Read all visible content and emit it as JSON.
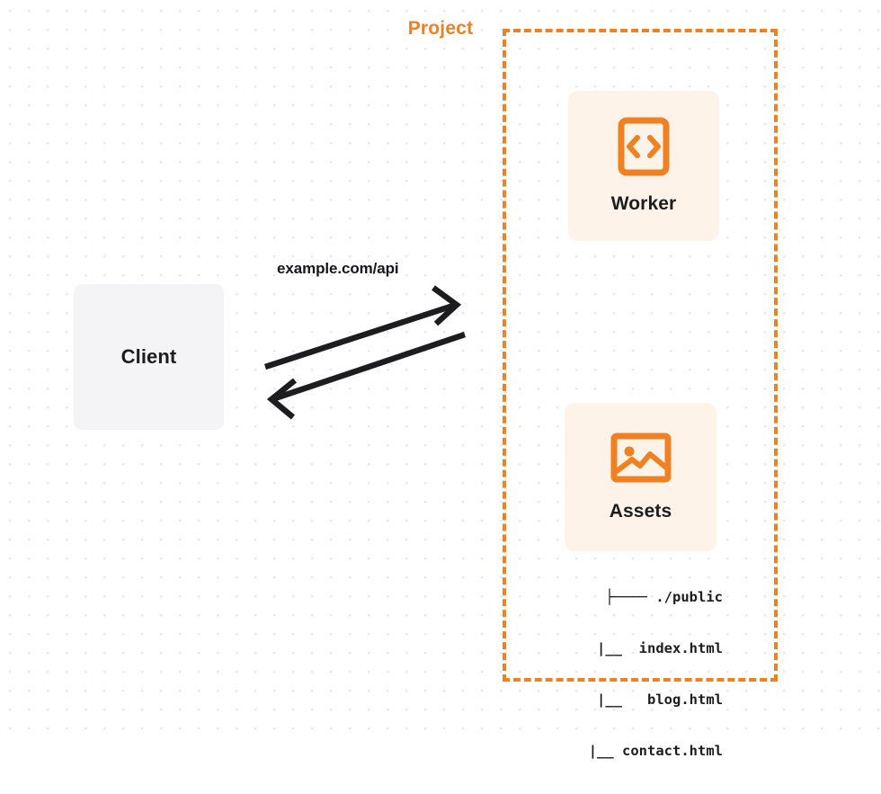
{
  "diagram": {
    "title": "Client to Cloudflare Project request flow",
    "background": {
      "dot_color": "#e9e9ec",
      "page_color": "#ffffff"
    },
    "colors": {
      "accent_orange": "#ef8123",
      "card_background": "#fdf3e8",
      "client_background": "#f4f4f6",
      "text_dark": "#1d1d1f",
      "arrow": "#1d1d1f"
    },
    "client": {
      "label": "Client",
      "icon": "none"
    },
    "connector": {
      "label": "example.com/api",
      "request_arrow": "arrow-right-up-icon",
      "response_arrow": "arrow-left-down-icon"
    },
    "project": {
      "title": "Project",
      "border_style": "dashed",
      "services": [
        {
          "label": "Worker",
          "icon": "code-brackets-icon"
        },
        {
          "label": "Assets",
          "icon": "image-icon"
        }
      ],
      "file_tree": [
        "├──── ./public",
        "     |__  index.html",
        "     |__   blog.html",
        "     |__ contact.html"
      ]
    }
  }
}
